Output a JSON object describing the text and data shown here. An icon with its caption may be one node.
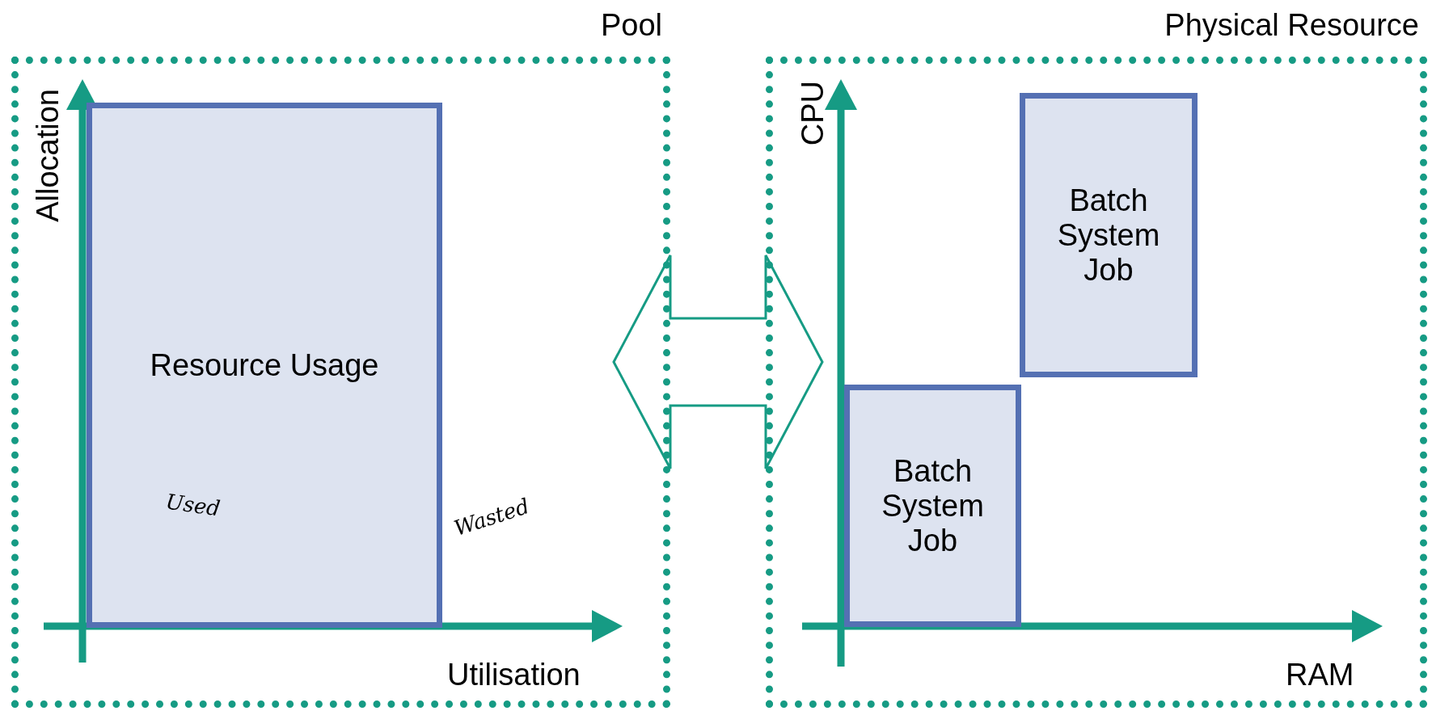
{
  "diagram": {
    "nodes": [
      {
        "text": [
          "Pool"
        ]
      },
      {
        "text": [
          "Resource Usage"
        ],
        "in": 0
      },
      {
        "text": [
          "Physical Resource"
        ]
      },
      {
        "text": [
          "Batch System Job"
        ],
        "in": 2
      },
      {
        "text": [
          "Batch System Job"
        ],
        "in": 2
      }
    ],
    "edges": [
      {
        "from": 0,
        "to": 2,
        "arrow": "both"
      }
    ],
    "labels": [
      "Allocation",
      "CPU",
      "Used",
      "Wasted",
      "Utilisation",
      "RAM"
    ]
  }
}
